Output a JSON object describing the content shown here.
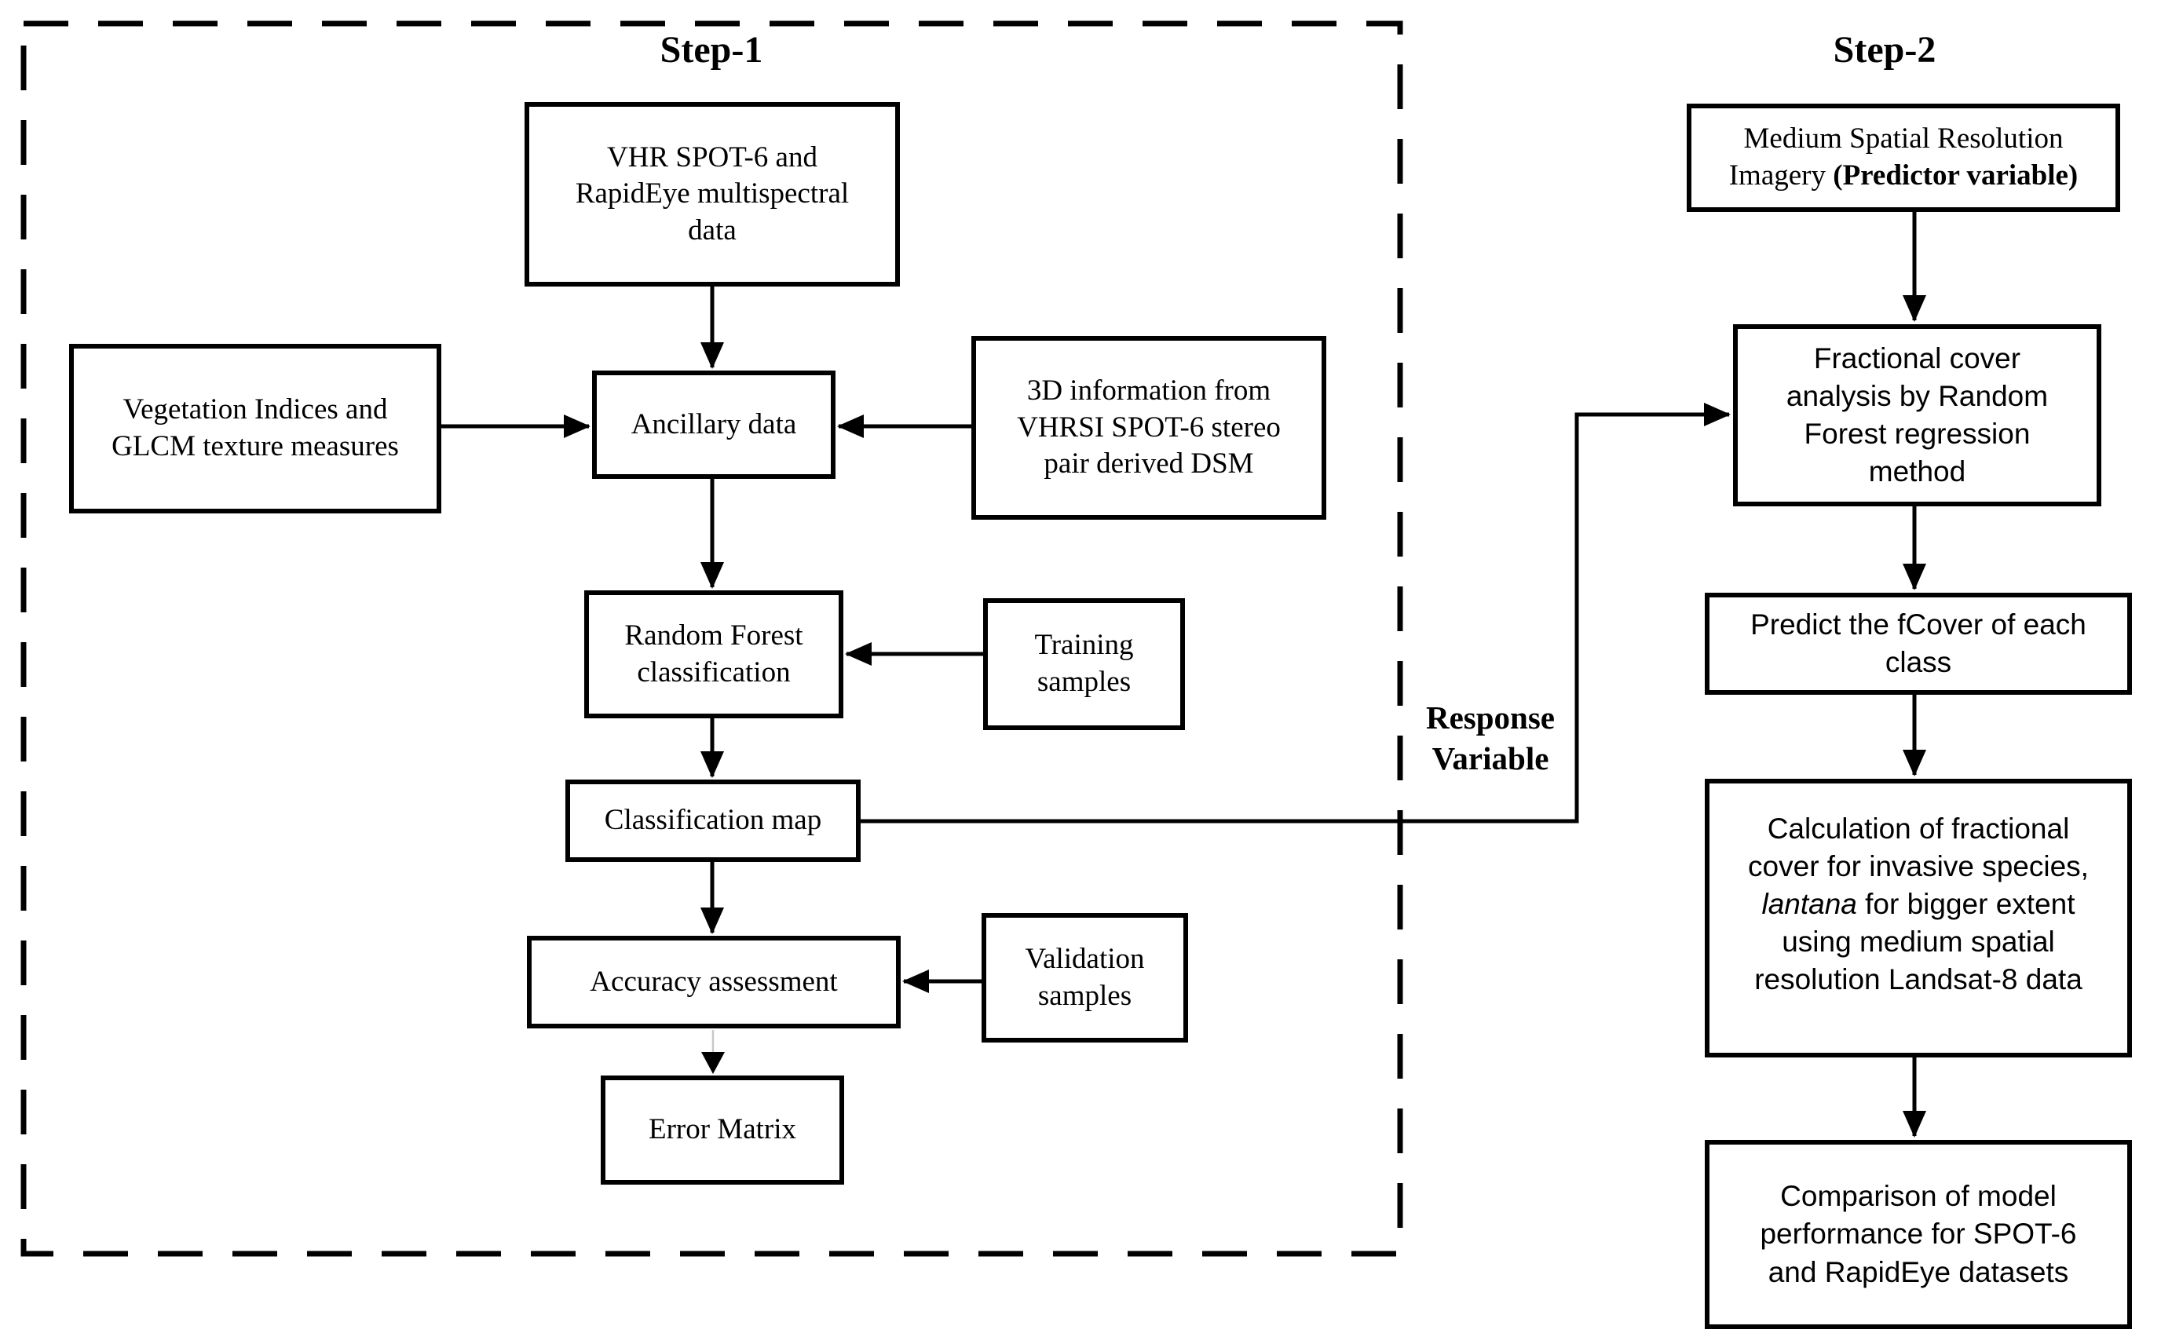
{
  "titles": {
    "step1": "Step-1",
    "step2": "Step-2"
  },
  "step1": {
    "vhr": "VHR SPOT-6 and\nRapidEye multispectral\ndata",
    "vegetation": "Vegetation Indices and\nGLCM texture measures",
    "ancillary": "Ancillary data",
    "stereo": "3D information from\nVHRSI SPOT-6 stereo\npair derived DSM",
    "rf": "Random Forest\nclassification",
    "training": "Training\nsamples",
    "classmap": "Classification map",
    "accuracy": "Accuracy assessment",
    "validation": "Validation\nsamples",
    "error": "Error Matrix"
  },
  "step2": {
    "msr_normal": "Medium Spatial Resolution\nImagery",
    "msr_bold": " (Predictor variable)",
    "fractional": "Fractional cover\nanalysis by Random\nForest regression\nmethod",
    "predict": "Predict the fCover of each\nclass",
    "calc_part1": "Calculation of fractional\ncover for invasive species,\n",
    "calc_italic": "lantana",
    "calc_part2": " for bigger extent\nusing medium spatial\nresolution Landsat-8 data",
    "comparison": "Comparison of model\nperformance for SPOT-6\nand RapidEye datasets"
  },
  "labels": {
    "response_variable": "Response\nVariable"
  },
  "colors": {
    "ink": "#000000",
    "faint_line": "#c8c8c8",
    "background": "#ffffff"
  }
}
